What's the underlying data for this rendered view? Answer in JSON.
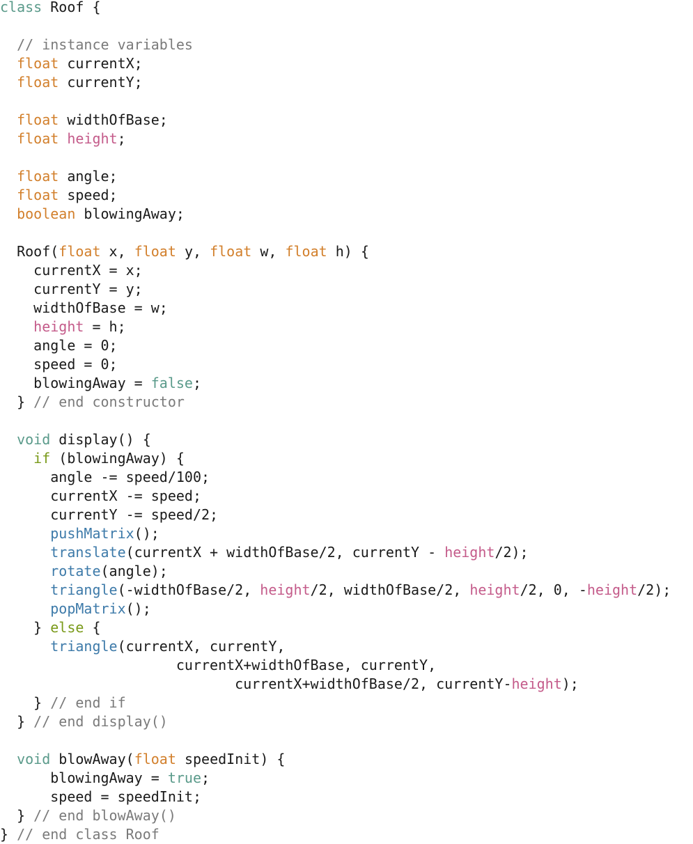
{
  "palette": {
    "plain": "#1a1a1a",
    "type": "#d27f2b",
    "comment": "#7a7a7a",
    "var": "#c45b8a",
    "fn": "#3d7aa9",
    "ctrl": "#7a9a1a",
    "lit": "#5a9a8a"
  },
  "lines": [
    [
      [
        "lit",
        "class"
      ],
      [
        "plain",
        " Roof {"
      ]
    ],
    [],
    [
      [
        "plain",
        "  "
      ],
      [
        "comment",
        "// instance variables"
      ]
    ],
    [
      [
        "plain",
        "  "
      ],
      [
        "type",
        "float"
      ],
      [
        "plain",
        " currentX;"
      ]
    ],
    [
      [
        "plain",
        "  "
      ],
      [
        "type",
        "float"
      ],
      [
        "plain",
        " currentY;"
      ]
    ],
    [],
    [
      [
        "plain",
        "  "
      ],
      [
        "type",
        "float"
      ],
      [
        "plain",
        " widthOfBase;"
      ]
    ],
    [
      [
        "plain",
        "  "
      ],
      [
        "type",
        "float"
      ],
      [
        "plain",
        " "
      ],
      [
        "var",
        "height"
      ],
      [
        "plain",
        ";"
      ]
    ],
    [],
    [
      [
        "plain",
        "  "
      ],
      [
        "type",
        "float"
      ],
      [
        "plain",
        " angle;"
      ]
    ],
    [
      [
        "plain",
        "  "
      ],
      [
        "type",
        "float"
      ],
      [
        "plain",
        " speed;"
      ]
    ],
    [
      [
        "plain",
        "  "
      ],
      [
        "type",
        "boolean"
      ],
      [
        "plain",
        " blowingAway;"
      ]
    ],
    [],
    [
      [
        "plain",
        "  Roof("
      ],
      [
        "type",
        "float"
      ],
      [
        "plain",
        " x, "
      ],
      [
        "type",
        "float"
      ],
      [
        "plain",
        " y, "
      ],
      [
        "type",
        "float"
      ],
      [
        "plain",
        " w, "
      ],
      [
        "type",
        "float"
      ],
      [
        "plain",
        " h) {"
      ]
    ],
    [
      [
        "plain",
        "    currentX = x;"
      ]
    ],
    [
      [
        "plain",
        "    currentY = y;"
      ]
    ],
    [
      [
        "plain",
        "    widthOfBase = w;"
      ]
    ],
    [
      [
        "plain",
        "    "
      ],
      [
        "var",
        "height"
      ],
      [
        "plain",
        " = h;"
      ]
    ],
    [
      [
        "plain",
        "    angle = 0;"
      ]
    ],
    [
      [
        "plain",
        "    speed = 0;"
      ]
    ],
    [
      [
        "plain",
        "    blowingAway = "
      ],
      [
        "lit",
        "false"
      ],
      [
        "plain",
        ";"
      ]
    ],
    [
      [
        "plain",
        "  } "
      ],
      [
        "comment",
        "// end constructor"
      ]
    ],
    [],
    [
      [
        "plain",
        "  "
      ],
      [
        "lit",
        "void"
      ],
      [
        "plain",
        " display() {"
      ]
    ],
    [
      [
        "plain",
        "    "
      ],
      [
        "ctrl",
        "if"
      ],
      [
        "plain",
        " (blowingAway) {"
      ]
    ],
    [
      [
        "plain",
        "      angle -= speed/100;"
      ]
    ],
    [
      [
        "plain",
        "      currentX -= speed;"
      ]
    ],
    [
      [
        "plain",
        "      currentY -= speed/2;"
      ]
    ],
    [
      [
        "plain",
        "      "
      ],
      [
        "fn",
        "pushMatrix"
      ],
      [
        "plain",
        "();"
      ]
    ],
    [
      [
        "plain",
        "      "
      ],
      [
        "fn",
        "translate"
      ],
      [
        "plain",
        "(currentX + widthOfBase/2, currentY - "
      ],
      [
        "var",
        "height"
      ],
      [
        "plain",
        "/2);"
      ]
    ],
    [
      [
        "plain",
        "      "
      ],
      [
        "fn",
        "rotate"
      ],
      [
        "plain",
        "(angle);"
      ]
    ],
    [
      [
        "plain",
        "      "
      ],
      [
        "fn",
        "triangle"
      ],
      [
        "plain",
        "(-widthOfBase/2, "
      ],
      [
        "var",
        "height"
      ],
      [
        "plain",
        "/2, widthOfBase/2, "
      ],
      [
        "var",
        "height"
      ],
      [
        "plain",
        "/2, 0, -"
      ],
      [
        "var",
        "height"
      ],
      [
        "plain",
        "/2);"
      ]
    ],
    [
      [
        "plain",
        "      "
      ],
      [
        "fn",
        "popMatrix"
      ],
      [
        "plain",
        "();"
      ]
    ],
    [
      [
        "plain",
        "    } "
      ],
      [
        "ctrl",
        "else"
      ],
      [
        "plain",
        " {"
      ]
    ],
    [
      [
        "plain",
        "      "
      ],
      [
        "fn",
        "triangle"
      ],
      [
        "plain",
        "(currentX, currentY,"
      ]
    ],
    [
      [
        "plain",
        "                     currentX+widthOfBase, currentY,"
      ]
    ],
    [
      [
        "plain",
        "                            currentX+widthOfBase/2, currentY-"
      ],
      [
        "var",
        "height"
      ],
      [
        "plain",
        ");"
      ]
    ],
    [
      [
        "plain",
        "    } "
      ],
      [
        "comment",
        "// end if"
      ]
    ],
    [
      [
        "plain",
        "  } "
      ],
      [
        "comment",
        "// end display()"
      ]
    ],
    [],
    [
      [
        "plain",
        "  "
      ],
      [
        "lit",
        "void"
      ],
      [
        "plain",
        " blowAway("
      ],
      [
        "type",
        "float"
      ],
      [
        "plain",
        " speedInit) {"
      ]
    ],
    [
      [
        "plain",
        "      blowingAway = "
      ],
      [
        "lit",
        "true"
      ],
      [
        "plain",
        ";"
      ]
    ],
    [
      [
        "plain",
        "      speed = speedInit;"
      ]
    ],
    [
      [
        "plain",
        "  } "
      ],
      [
        "comment",
        "// end blowAway()"
      ]
    ],
    [
      [
        "plain",
        "} "
      ],
      [
        "comment",
        "// end class Roof"
      ]
    ]
  ]
}
